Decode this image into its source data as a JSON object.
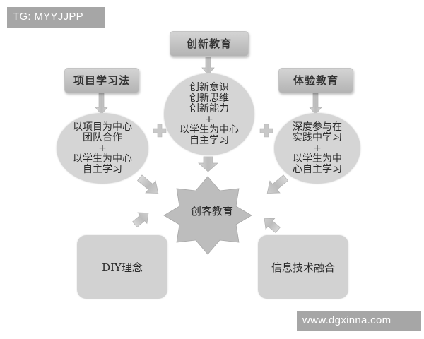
{
  "watermarks": {
    "top_left": "TG: MYYJJPP",
    "bottom_right": "www.dgxinna.com"
  },
  "diagram": {
    "center": {
      "label": "创客教育",
      "shape": "eight-point-star"
    },
    "top_sources": [
      {
        "title": "项目学习法",
        "ellipse_lines": [
          "以项目为中心",
          "团队合作",
          "+",
          "以学生为中心",
          "自主学习"
        ]
      },
      {
        "title": "创新教育",
        "ellipse_lines": [
          "创新意识",
          "创新思维",
          "创新能力",
          "+",
          "以学生为中心",
          "自主学习"
        ]
      },
      {
        "title": "体验教育",
        "ellipse_lines": [
          "深度参与在",
          "实践中学习",
          "+",
          "以学生为中",
          "心自主学习"
        ]
      }
    ],
    "bottom_sources": [
      {
        "label": "DIY理念"
      },
      {
        "label": "信息技术融合"
      }
    ],
    "connectors": {
      "plus_symbol": "+"
    },
    "colors": {
      "box_fill": "#c4c4c4",
      "ellipse_fill": "#d5d5d5",
      "star_fill": "#bdbdbd",
      "arrow_fill": "#c8c8c8",
      "watermark_bg": "#a6a6a6"
    }
  }
}
